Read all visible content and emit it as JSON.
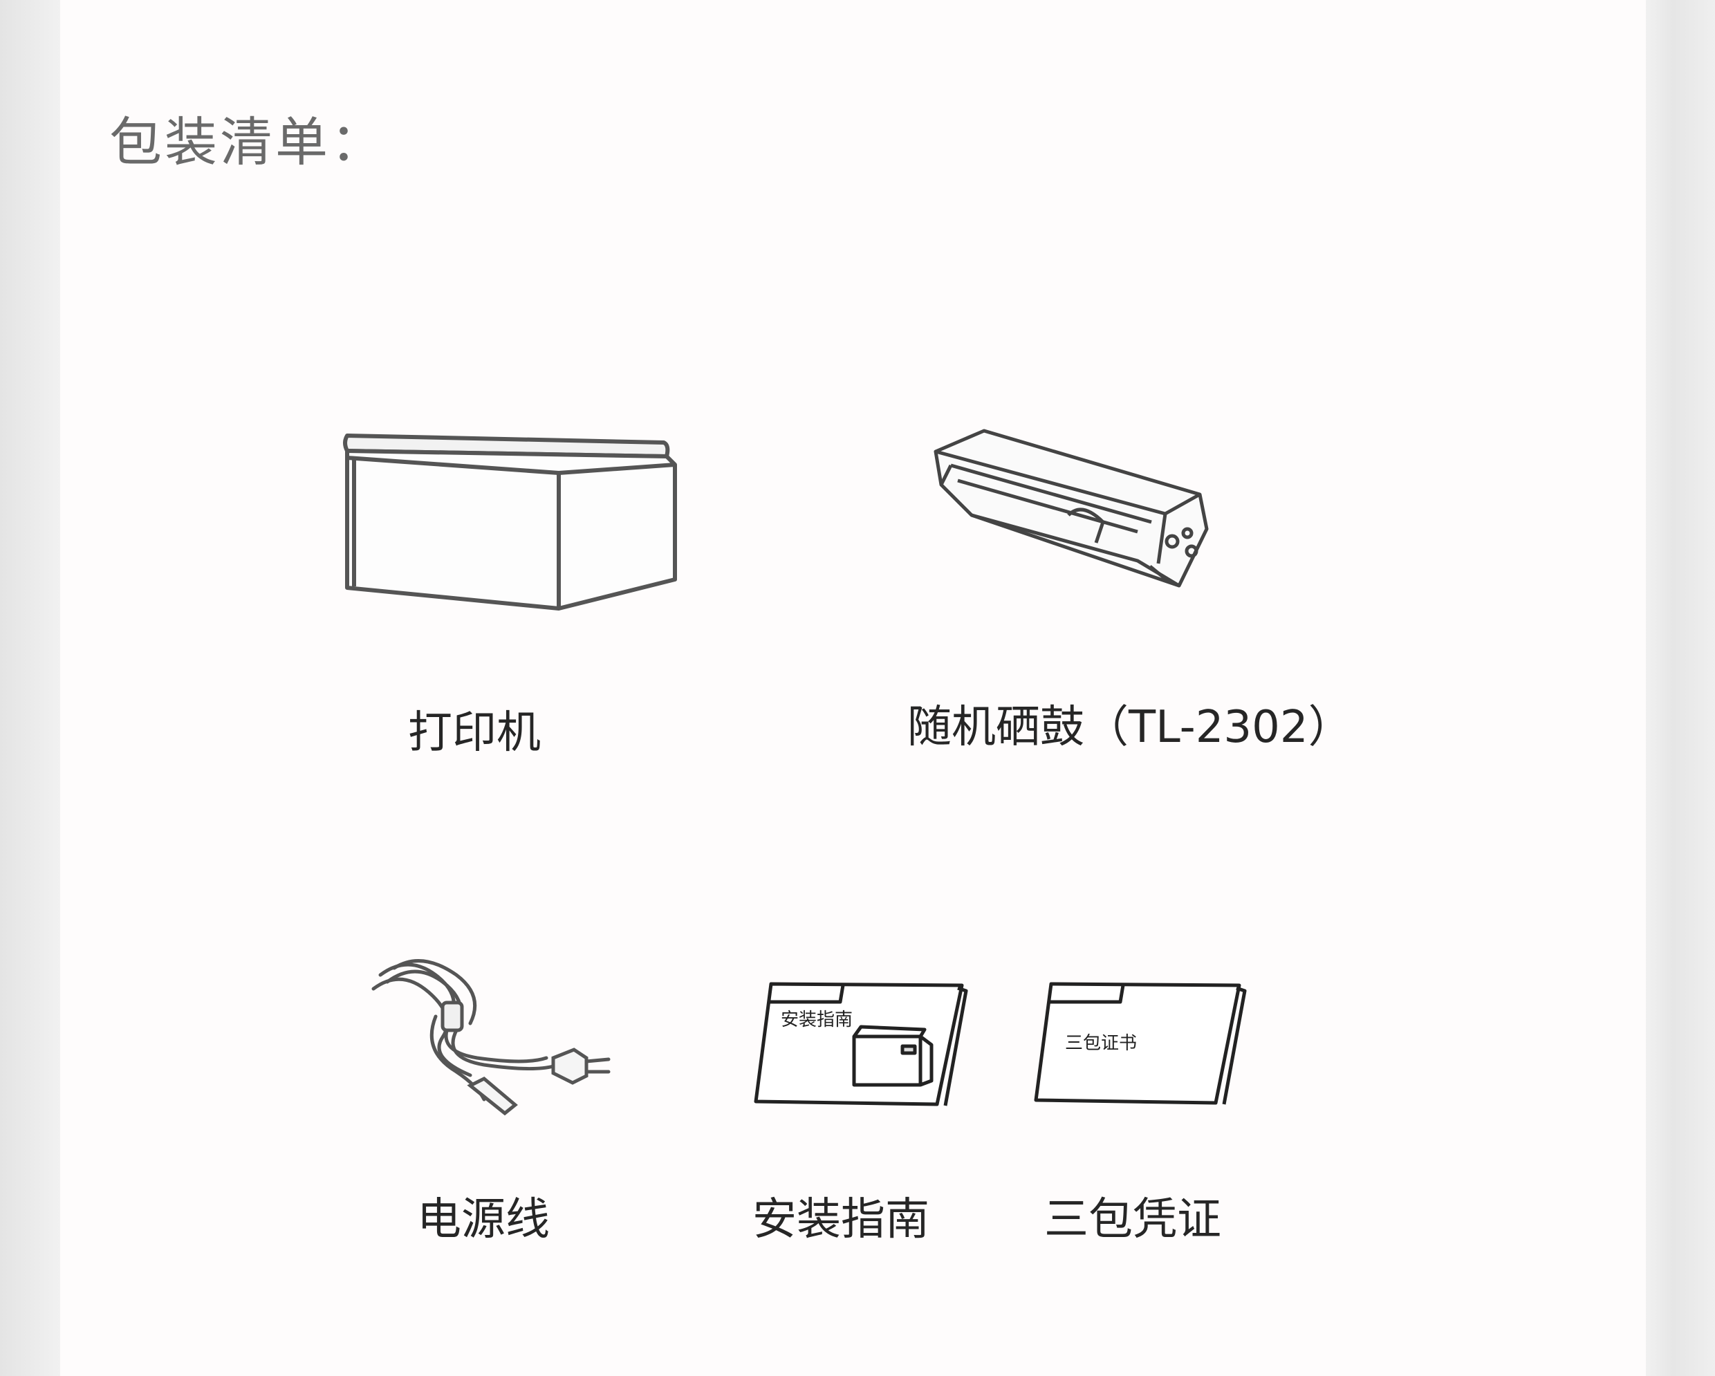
{
  "title": "包装清单：",
  "items": [
    {
      "label": "打印机"
    },
    {
      "label": "随机硒鼓（TL-2302）"
    },
    {
      "label": "电源线"
    },
    {
      "label": "安装指南"
    },
    {
      "label": "三包凭证"
    }
  ],
  "documents": {
    "guide_cover_text": "安装指南",
    "warranty_cover_text": "三包证书"
  }
}
